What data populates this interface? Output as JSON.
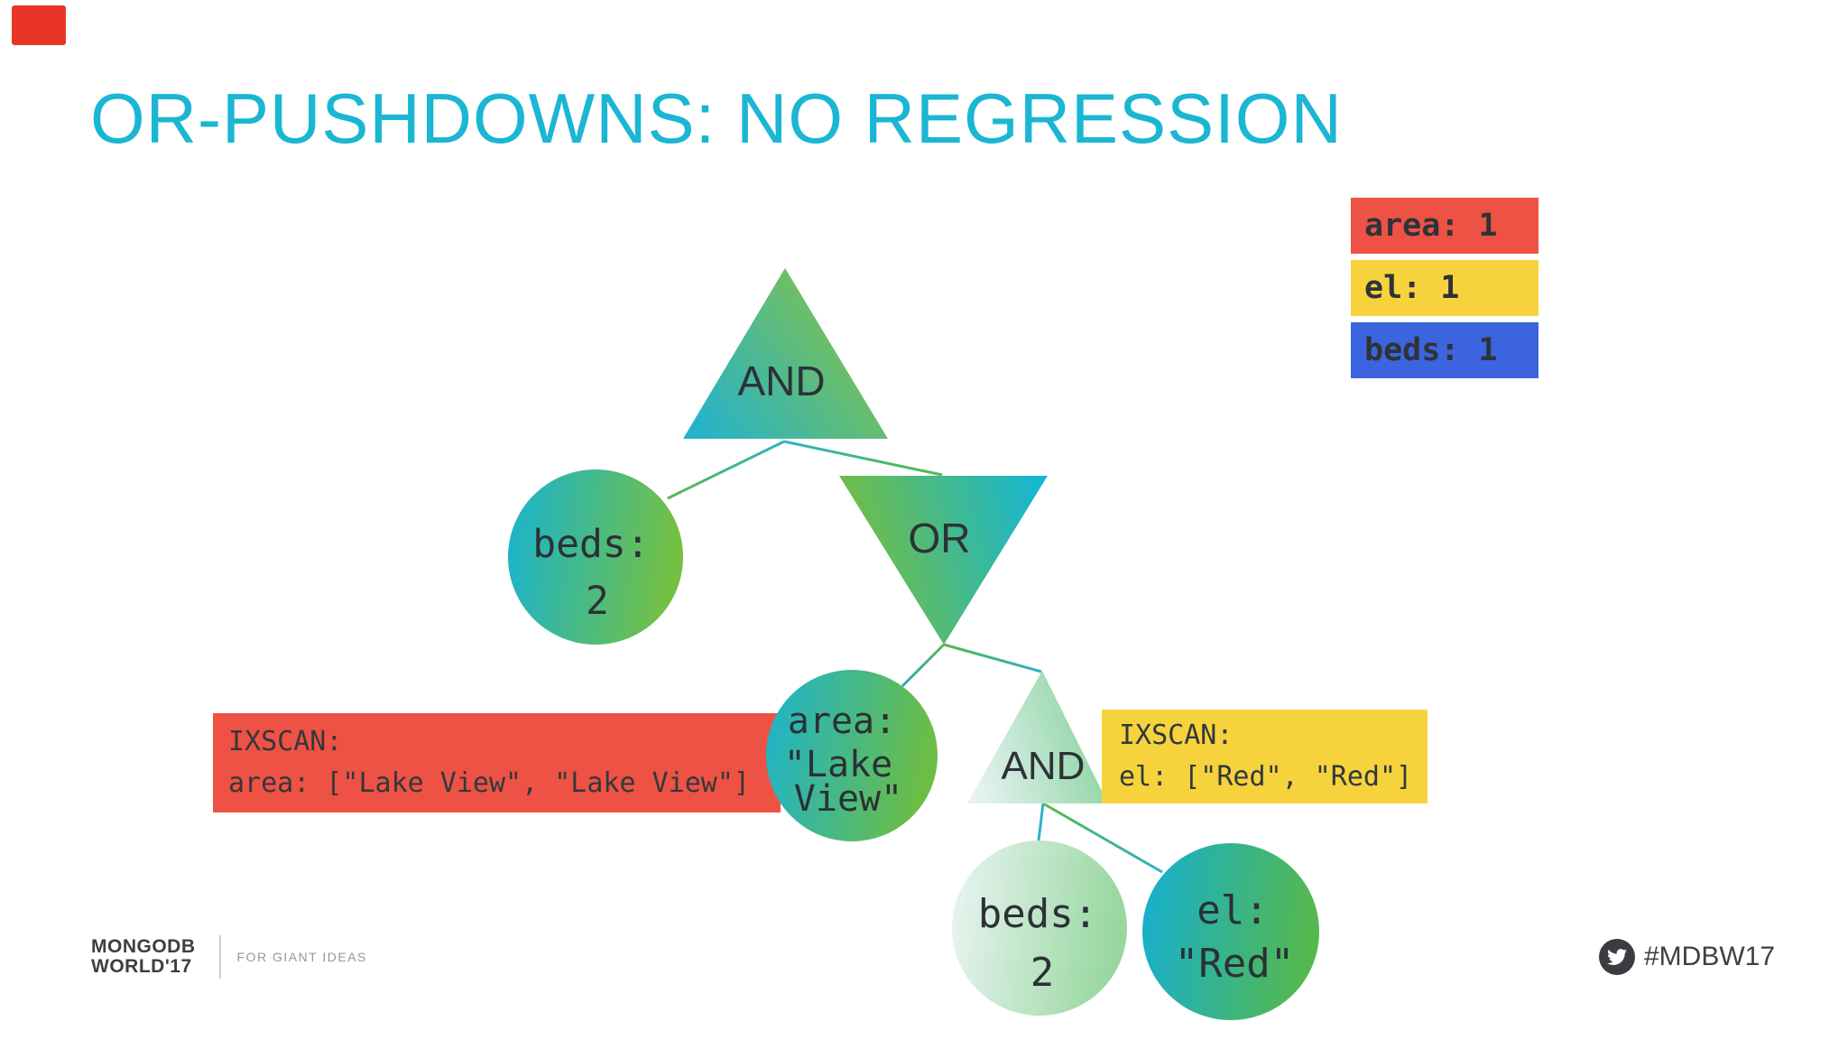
{
  "slide": {
    "title": "OR-PUSHDOWNS: NO REGRESSION",
    "corner_accent_color": "#e93528",
    "title_color": "#1ab6d3"
  },
  "legend": {
    "items": [
      {
        "label": "area: 1",
        "color": "#ee5244"
      },
      {
        "label": "el: 1",
        "color": "#f6d33c"
      },
      {
        "label": "beds: 1",
        "color": "#3c64de"
      }
    ]
  },
  "tree": {
    "and_root_label": "AND",
    "beds_left_line1": "beds:",
    "beds_left_line2": "2",
    "or_label": "OR",
    "area_line1": "area:",
    "area_line2": "\"Lake",
    "area_line3": "View\"",
    "and_child_label": "AND",
    "beds_bottom_line1": "beds:",
    "beds_bottom_line2": "2",
    "el_line1": "el:",
    "el_line2": "\"Red\""
  },
  "callouts": {
    "area_ixscan": {
      "title": "IXSCAN:",
      "detail": "area: [\"Lake View\", \"Lake View\"]",
      "color": "#ee5244"
    },
    "el_ixscan": {
      "title": "IXSCAN:",
      "detail": "el: [\"Red\", \"Red\"]",
      "color": "#f6d33c"
    }
  },
  "footer": {
    "brand_line1": "MONGODB",
    "brand_line2": "WORLD'17",
    "tagline": "FOR GIANT IDEAS",
    "hashtag": "#MDBW17",
    "twitter_icon": "twitter-bird"
  },
  "colors": {
    "teal": "#2fb3c4",
    "green": "#57b94a",
    "pale_mint": "#e2f1f0",
    "node_text": "#2b3136"
  }
}
